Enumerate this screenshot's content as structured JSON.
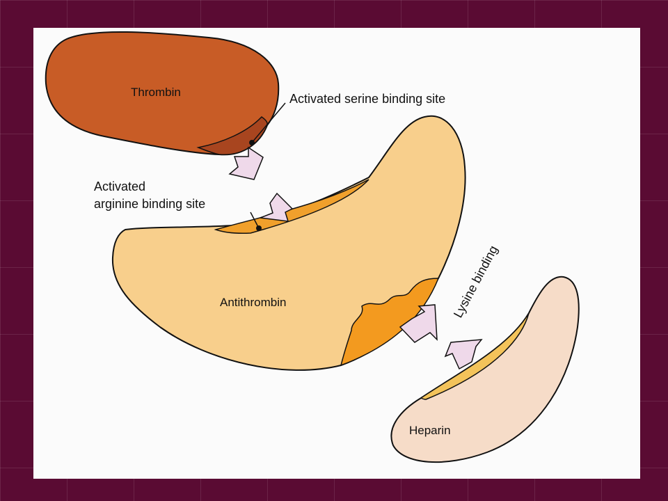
{
  "labels": {
    "thrombin": "Thrombin",
    "serine_site": "Activated serine binding site",
    "arginine_site_line1": "Activated",
    "arginine_site_line2": "arginine binding site",
    "antithrombin": "Antithrombin",
    "lysine_binding": "Lysine binding",
    "heparin": "Heparin"
  },
  "colors": {
    "thrombin": "#c85c26",
    "serine_site": "#a8451f",
    "antithrombin": "#f8cf8c",
    "arginine_site": "#f0a02c",
    "lysine_site_antithrombin": "#f39a1f",
    "heparin": "#f6dcc8",
    "lysine_site_heparin": "#f3c35a",
    "arrow_fill": "#efd9ea",
    "background": "#5a0b33"
  }
}
